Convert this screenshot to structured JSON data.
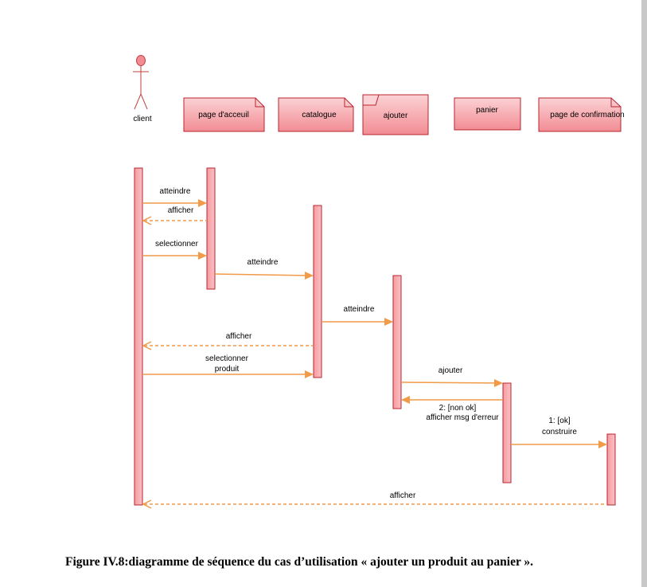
{
  "actor": {
    "label": "client"
  },
  "participants": {
    "accueil": {
      "label": "page d'acceuil"
    },
    "catalogue": {
      "label": "catalogue"
    },
    "ajouter": {
      "label": "ajouter"
    },
    "panier": {
      "label": "panier"
    },
    "confirmation": {
      "label": "page de confirmation"
    }
  },
  "messages": [
    {
      "id": "m1",
      "lines": [
        "atteindre"
      ]
    },
    {
      "id": "m2",
      "lines": [
        "afficher"
      ]
    },
    {
      "id": "m3",
      "lines": [
        "selectionner"
      ]
    },
    {
      "id": "m4",
      "lines": [
        "atteindre"
      ]
    },
    {
      "id": "m5",
      "lines": [
        "atteindre"
      ]
    },
    {
      "id": "m6",
      "lines": [
        "afficher"
      ]
    },
    {
      "id": "m7",
      "lines": [
        "selectionner",
        "produit"
      ]
    },
    {
      "id": "m8",
      "lines": [
        "ajouter"
      ]
    },
    {
      "id": "m9",
      "lines": [
        "2: [non ok]",
        "afficher msg d'erreur"
      ]
    },
    {
      "id": "m10",
      "lines": [
        "1: [ok]",
        "construire"
      ]
    },
    {
      "id": "m11",
      "lines": [
        "afficher"
      ]
    }
  ],
  "caption": "Figure IV.8:diagramme de séquence du cas d’utilisation « ajouter un produit au panier ».",
  "colors": {
    "box_fill": "#f7a3a8",
    "box_stroke": "#b8242e",
    "arrow": "#f19a48",
    "actor": "#c04040"
  }
}
